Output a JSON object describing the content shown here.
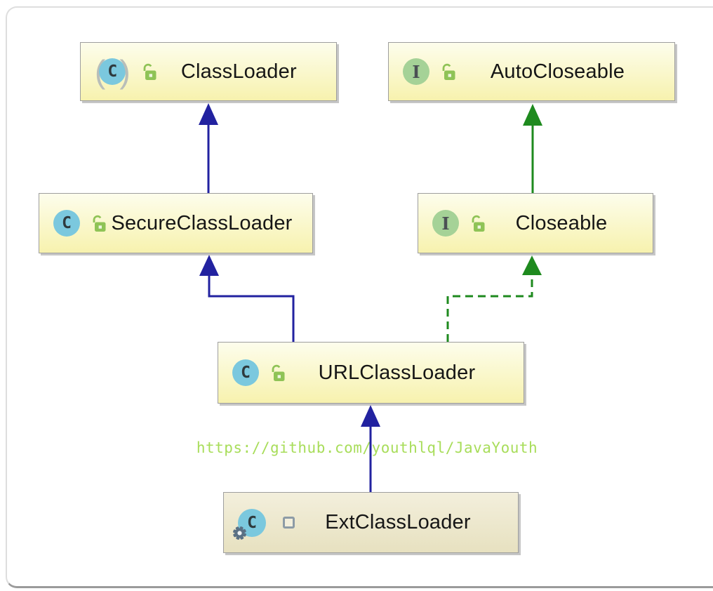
{
  "watermark": {
    "text": "https://github.com/youthlql/JavaYouth"
  },
  "icons": {
    "class_letter": "C",
    "interface_letter": "I",
    "paren_left": "(",
    "paren_right": ")"
  },
  "nodes": {
    "classloader": {
      "label": "ClassLoader",
      "kind": "class (bytecode)",
      "visibility": "public"
    },
    "autocloseable": {
      "label": "AutoCloseable",
      "kind": "interface",
      "visibility": "public"
    },
    "secureclassloader": {
      "label": "SecureClassLoader",
      "kind": "class",
      "visibility": "public"
    },
    "closeable": {
      "label": "Closeable",
      "kind": "interface",
      "visibility": "public"
    },
    "urlclassloader": {
      "label": "URLClassLoader",
      "kind": "class",
      "visibility": "public"
    },
    "extclassloader": {
      "label": "ExtClassLoader",
      "kind": "static nested class",
      "visibility": "package-local"
    }
  },
  "edges": [
    {
      "from": "SecureClassLoader",
      "to": "ClassLoader",
      "type": "extends",
      "style": "solid"
    },
    {
      "from": "Closeable",
      "to": "AutoCloseable",
      "type": "extends",
      "style": "solid"
    },
    {
      "from": "URLClassLoader",
      "to": "SecureClassLoader",
      "type": "extends",
      "style": "solid"
    },
    {
      "from": "URLClassLoader",
      "to": "Closeable",
      "type": "implements",
      "style": "dashed"
    },
    {
      "from": "ExtClassLoader",
      "to": "URLClassLoader",
      "type": "extends",
      "style": "solid"
    }
  ],
  "colors": {
    "extends-class": "#2222a0",
    "extends-interface": "#1e8a1e",
    "box-border": "#9e9e9e",
    "box-top": "#fdfdec",
    "box-bottom": "#f7f2ae",
    "box-ext-top": "#f3efdc",
    "box-ext-bottom": "#e7e1c0",
    "class-icon": "#7bc8de",
    "interface-icon": "#a5d297",
    "lock-green": "#8fc356",
    "watermark": "#a8dd5a"
  }
}
